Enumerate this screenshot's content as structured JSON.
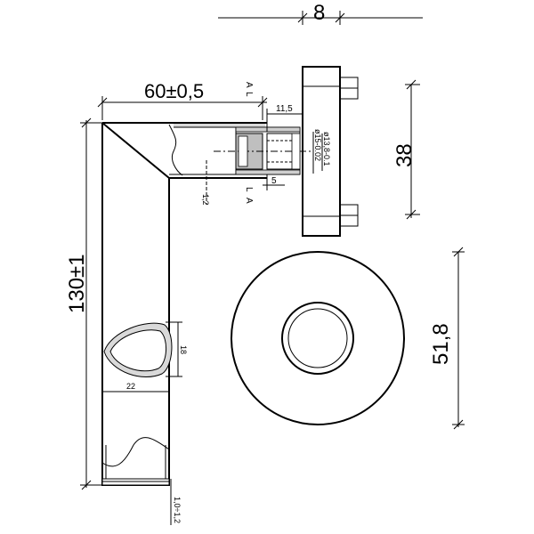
{
  "dimensions": {
    "rose_thickness": "8",
    "lever_length": "60±0,5",
    "lever_height": "130±1",
    "rose_width": "38",
    "rose_diameter": "51,8",
    "bore_depth": "11,5",
    "step_depth": "5",
    "outer_diameter": "ø15-0.02",
    "inner_diameter": "ø13,8-0.1",
    "tube_wall": "1,2",
    "section_height": "18",
    "section_width": "22",
    "end_wall": "1,0÷1,2"
  },
  "section_marks": {
    "top_a": "A",
    "top_l": "L",
    "bottom_l": "L",
    "bottom_a": "A"
  }
}
